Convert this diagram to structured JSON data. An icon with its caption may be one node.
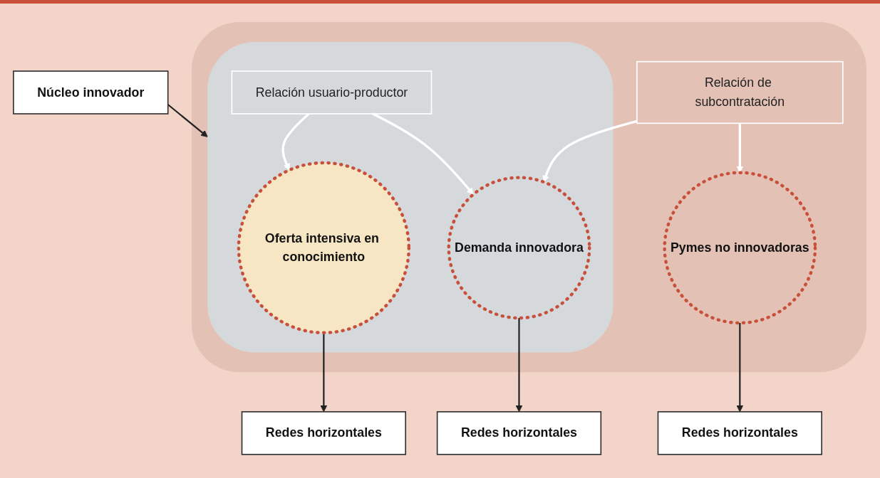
{
  "diagram": {
    "nodes": [
      {
        "text": [
          "Núcleo innovador"
        ]
      },
      {
        "text": [],
        "shape": "ellipse"
      },
      {
        "text": [],
        "shape": "ellipse",
        "in": 1
      },
      {
        "text": [
          "Oferta intensiva en conocimiento"
        ],
        "in": 2
      },
      {
        "text": [
          "Relación usuario-productor"
        ],
        "in": 2
      },
      {
        "text": [
          "Demanda innovadora"
        ],
        "in": 2
      },
      {
        "text": [
          "Relación de subcontratación"
        ],
        "in": 1
      },
      {
        "text": [
          "Pymes no innovadoras"
        ],
        "in": 1
      },
      {
        "text": [
          "Redes horizontales"
        ]
      },
      {
        "text": [
          "Redes horizontales"
        ]
      },
      {
        "text": [
          "Redes horizontales"
        ]
      }
    ],
    "edges": [
      {
        "from": 0,
        "to": 2,
        "arrow": "to"
      },
      {
        "from": 4,
        "to": 3,
        "arrow": "to",
        "color": "#ffffff"
      },
      {
        "from": 4,
        "to": 5,
        "arrow": "to",
        "color": "#ffffff"
      },
      {
        "from": 6,
        "to": 5,
        "arrow": "to",
        "color": "#ffffff"
      },
      {
        "from": 6,
        "to": 7,
        "arrow": "to",
        "color": "#ffffff"
      },
      {
        "from": 3,
        "to": 8,
        "arrow": "to"
      },
      {
        "from": 5,
        "to": 9,
        "arrow": "to"
      },
      {
        "from": 7,
        "to": 10,
        "arrow": "to"
      }
    ]
  }
}
